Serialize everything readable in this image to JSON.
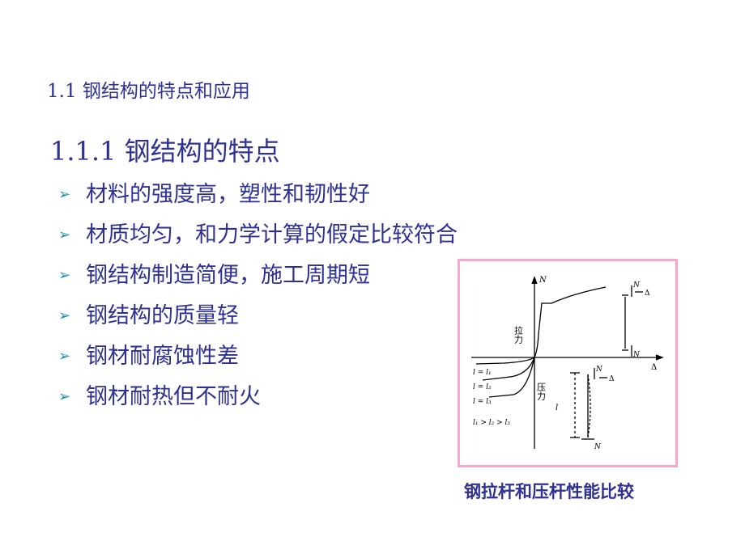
{
  "section_title": "1.1 钢结构的特点和应用",
  "subsection_title": "1.1.1 钢结构的特点",
  "bullets": [
    "材料的强度高，塑性和韧性好",
    "材质均匀，和力学计算的假定比较符合",
    "钢结构制造简便，施工周期短",
    "钢结构的质量轻",
    "钢材耐腐蚀性差",
    "钢材耐热但不耐火"
  ],
  "figure": {
    "axis_y": "N",
    "axis_x": "Δ",
    "tension_label": "拉力",
    "compression_label": "压力",
    "curve_labels": [
      "l = l₁",
      "l = l₂",
      "l = l₃"
    ],
    "length_relation": "l₁ > l₂ > l₃",
    "length_symbol": "l",
    "load_label_tension_top": "N",
    "load_label_tension_bottom": "N",
    "load_label_compression_top": "N",
    "load_label_compression_bottom": "N",
    "delta_label_tension": "Δ",
    "delta_label_compression": "Δ"
  },
  "caption": "钢拉杆和压杆性能比较",
  "colors": {
    "text": "#2e3192",
    "bullet_arrow": "#1f8fb5",
    "figure_border": "#f4a7cf"
  }
}
